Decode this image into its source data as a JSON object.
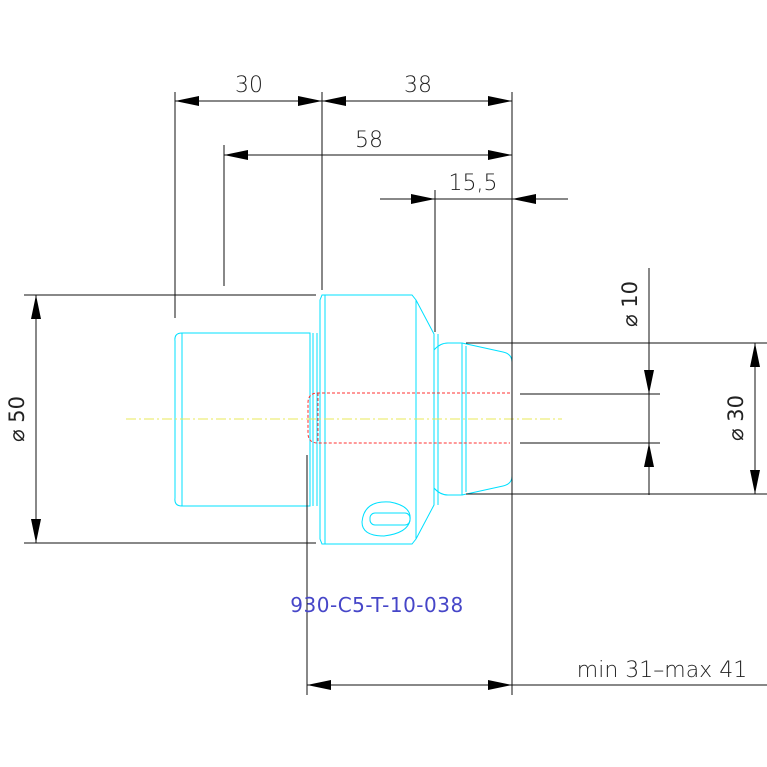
{
  "dimensions": {
    "d30": "30",
    "d38": "38",
    "d58": "58",
    "d15_5": "15,5",
    "dia50": "⌀ 50",
    "dia10": "⌀ 10",
    "dia30": "⌀ 30",
    "range": "min 31–max 41"
  },
  "part_code": "930-C5-T-10-038",
  "colors": {
    "outline": "#00e0ff",
    "hidden_bore": "#ff3030",
    "centerline": "#e8e85a",
    "dimension": "#111111",
    "part_code": "#4646c8"
  }
}
